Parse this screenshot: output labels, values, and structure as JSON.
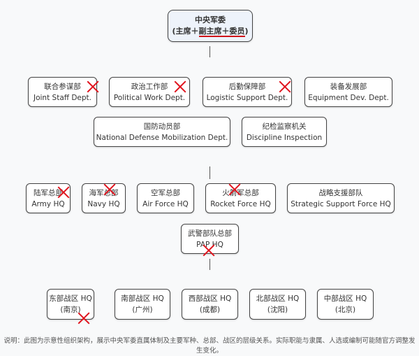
{
  "top": {
    "title": "中央军委",
    "subtitle_pre": "(主席＋",
    "subtitle_ul": "副主席＋委员",
    "subtitle_post": ")"
  },
  "departments": [
    {
      "zh": "联合参谋部",
      "en": "Joint Staff Dept."
    },
    {
      "zh": "政治工作部",
      "en": "Political Work Dept."
    },
    {
      "zh": "后勤保障部",
      "en": "Logistic Support Dept."
    },
    {
      "zh": "装备发展部",
      "en": "Equipment Dev. Dept."
    },
    {
      "zh": "国防动员部",
      "en": "National Defense Mobilization Dept."
    },
    {
      "zh": "纪检监察机关",
      "en": "Discipline Inspection"
    }
  ],
  "services": [
    {
      "zh": "陆军总部",
      "en": "Army HQ"
    },
    {
      "zh": "海军总部",
      "en": "Navy HQ"
    },
    {
      "zh": "空军总部",
      "en": "Air Force HQ"
    },
    {
      "zh": "火箭军总部",
      "en": "Rocket Force HQ"
    },
    {
      "zh": "战略支援部队",
      "en": "Strategic Support Force HQ"
    },
    {
      "zh": "武警部队总部",
      "en": "PAP HQ"
    }
  ],
  "theaters": [
    {
      "name": "东部战区 HQ",
      "city": "(南京)"
    },
    {
      "name": "南部战区 HQ",
      "city": "(广州)"
    },
    {
      "name": "西部战区 HQ",
      "city": "(成都)"
    },
    {
      "name": "北部战区 HQ",
      "city": "(沈阳)"
    },
    {
      "name": "中部战区 HQ",
      "city": "(北京)"
    }
  ],
  "note": "说明：此图为示意性组织架构，展示中央军委直属体制及主要军种、总部、战区的层级关系。实际职能与隶属、人选或编制可能随官方调整发生变化。",
  "colors": {
    "accent": "#e0141e",
    "top_fill": "#eef3fb"
  }
}
